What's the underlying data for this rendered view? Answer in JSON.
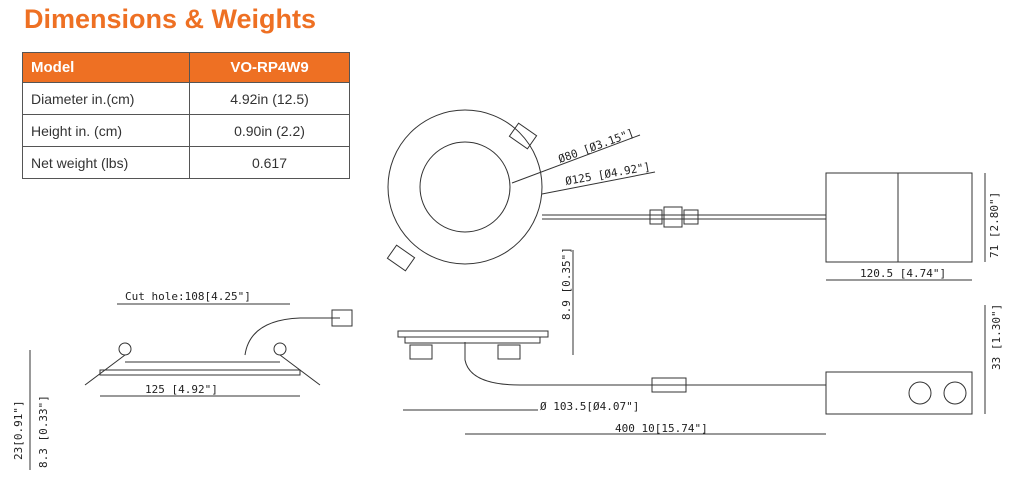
{
  "title": "Dimensions & Weights",
  "table": {
    "header": {
      "label": "Model",
      "value": "VO-RP4W9"
    },
    "rows": [
      {
        "label": "Diameter in.(cm)",
        "value": "4.92in (12.5)"
      },
      {
        "label": "Height in. (cm)",
        "value": "0.90in (2.2)"
      },
      {
        "label": "Net weight (lbs)",
        "value": "0.617"
      }
    ]
  },
  "dimensions": {
    "inner_diameter": "Ø80 [Ø3.15\"]",
    "outer_diameter": "Ø125 [Ø4.92\"]",
    "driver_width": "120.5 [4.74\"]",
    "driver_height": "71 [2.80\"]",
    "cut_hole": "Cut hole:108[4.25\"]",
    "side_width": "125 [4.92\"]",
    "total_height": "23[0.91\"]",
    "trim_height": "8.3 [0.33\"]",
    "flange_height": "8.9 [0.35\"]",
    "body_diameter": "Ø 103.5[Ø4.07\"]",
    "cable_length": "400  10[15.74\"]",
    "box_height": "33 [1.30\"]"
  }
}
